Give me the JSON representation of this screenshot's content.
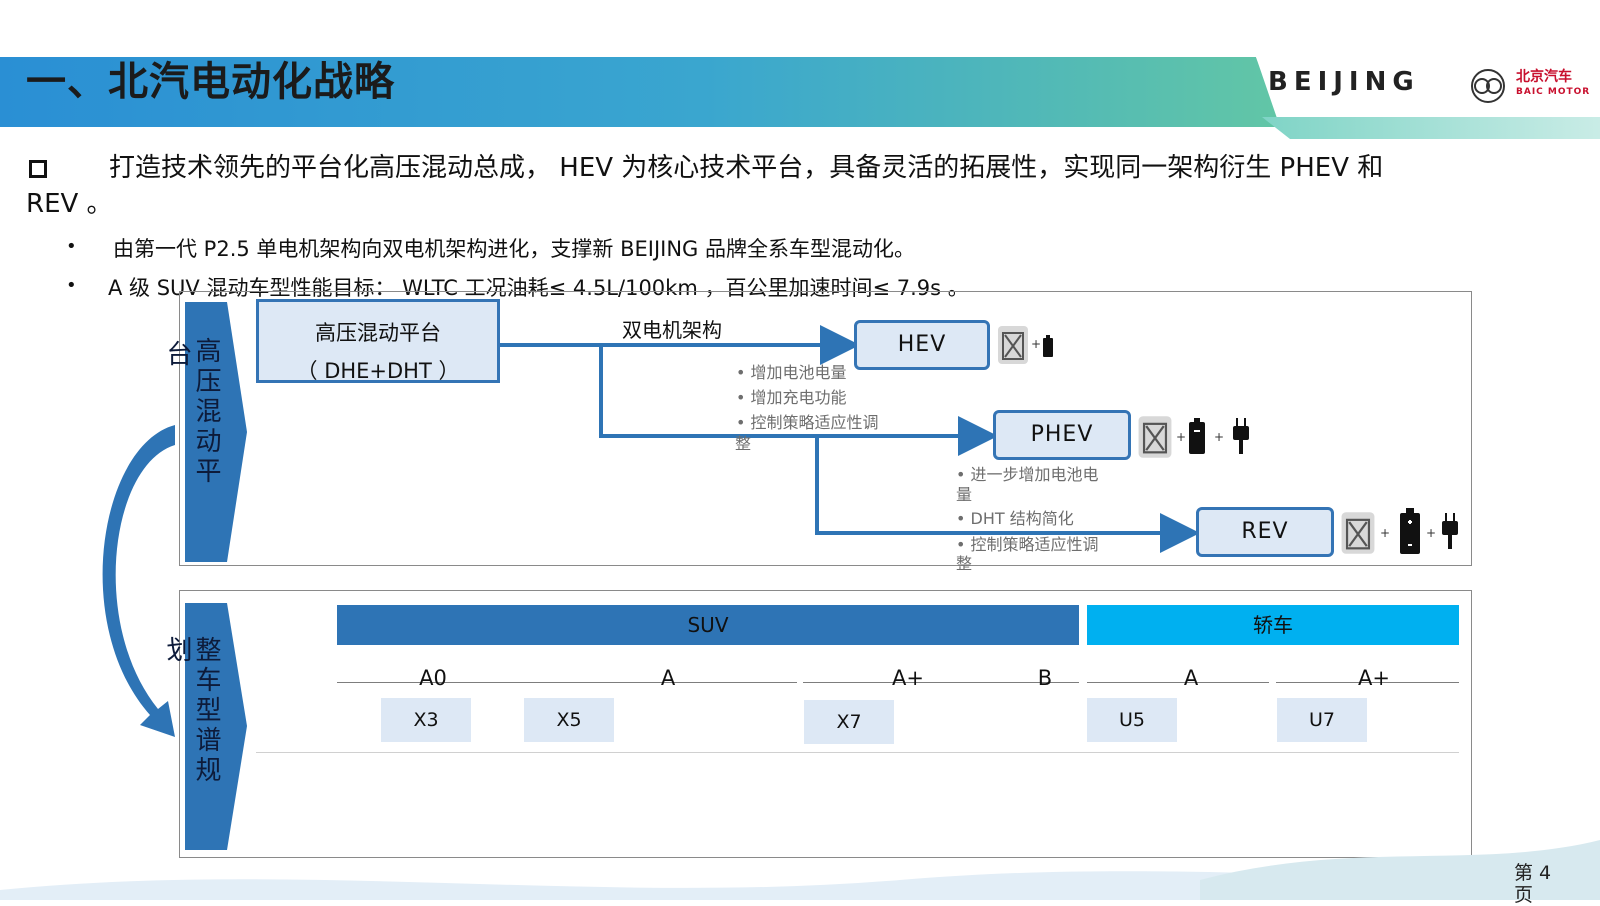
{
  "header": {
    "title": "一、北汽电动化战略",
    "brand_wordmark": "BEIJING",
    "brand_cn": "北京汽车",
    "brand_en": "BAIC MOTOR"
  },
  "main_bullet": {
    "text": "打造技术领先的平台化高压混动总成， HEV 为核心技术平台，具备灵活的拓展性，实现同一架构衍生 PHEV 和REV 。"
  },
  "sub_bullets": [
    {
      "dot": "•",
      "text": "由第一代 P2.5 单电机架构向双电机架构进化，支撑新 BEIJING 品牌全系车型混动化。"
    },
    {
      "dot": "•",
      "text": "A 级 SUV 混动车型性能目标： WLTC 工况油耗≤ 4.5L/100km  ，百公里加速时间≤ 7.9s  。"
    }
  ],
  "platform_diagram": {
    "side_label": "高压混动平",
    "side_label_tail": "台",
    "platform_box": {
      "line1": "高压混动平台",
      "line2": "（  DHE+DHT  ）"
    },
    "arch_label": "双电机架构",
    "targets": [
      {
        "label": "HEV"
      },
      {
        "label": "PHEV"
      },
      {
        "label": "REV"
      }
    ],
    "hev_to_phev_notes": [
      "• 增加电池电量",
      "• 增加充电功能",
      "• 控制策略适应性调",
      "整"
    ],
    "phev_to_rev_notes": [
      "• 进一步增加电池电",
      "量",
      "• DHT 结构简化",
      "• 控制策略适应性调",
      "整"
    ],
    "plus": "+"
  },
  "lineup_diagram": {
    "side_label": "整车型谱规",
    "side_label_tail": "划",
    "bands": [
      {
        "label": "SUV",
        "color": "#2e74b5"
      },
      {
        "label": "轿车",
        "color": "#00b0f0"
      }
    ],
    "grades": [
      "A0",
      "A",
      "A+",
      "B",
      "A",
      "A+"
    ],
    "models": [
      "X3",
      "X5",
      "X7",
      "U5",
      "U7"
    ]
  },
  "footer": {
    "page_label": "第 4",
    "page_label_tail": "页"
  },
  "colors": {
    "accent_blue": "#2e74b5",
    "light_blue": "#00b0f0",
    "box_fill": "#dde8f5",
    "banner_left": "#2a8fd4",
    "banner_right": "#5fc4ab"
  }
}
